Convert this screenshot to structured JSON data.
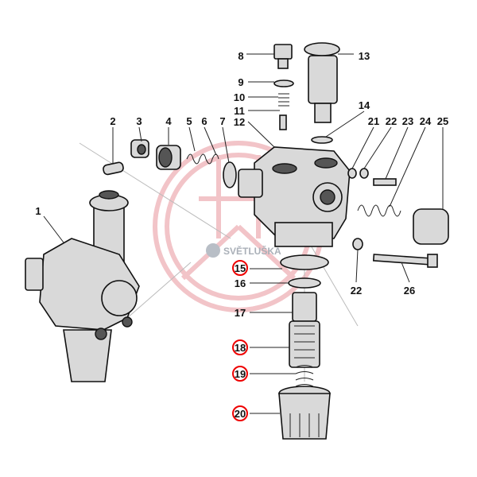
{
  "diagram": {
    "labels": {
      "l1": "1",
      "l2": "2",
      "l3": "3",
      "l4": "4",
      "l5": "5",
      "l6": "6",
      "l7": "7",
      "l8": "8",
      "l9": "9",
      "l10": "10",
      "l11": "11",
      "l12": "12",
      "l13": "13",
      "l14": "14",
      "l15": "15",
      "l16": "16",
      "l17": "17",
      "l18": "18",
      "l19": "19",
      "l20": "20",
      "l21": "21",
      "l22a": "22",
      "l23": "23",
      "l24": "24",
      "l25": "25",
      "l22b": "22",
      "l26": "26"
    },
    "highlighted_labels": [
      "15",
      "18",
      "19",
      "20"
    ],
    "highlight_color": "#e00000",
    "watermark": {
      "text": "SVĚTLUŠKA",
      "color": "#f2c4c8"
    }
  }
}
